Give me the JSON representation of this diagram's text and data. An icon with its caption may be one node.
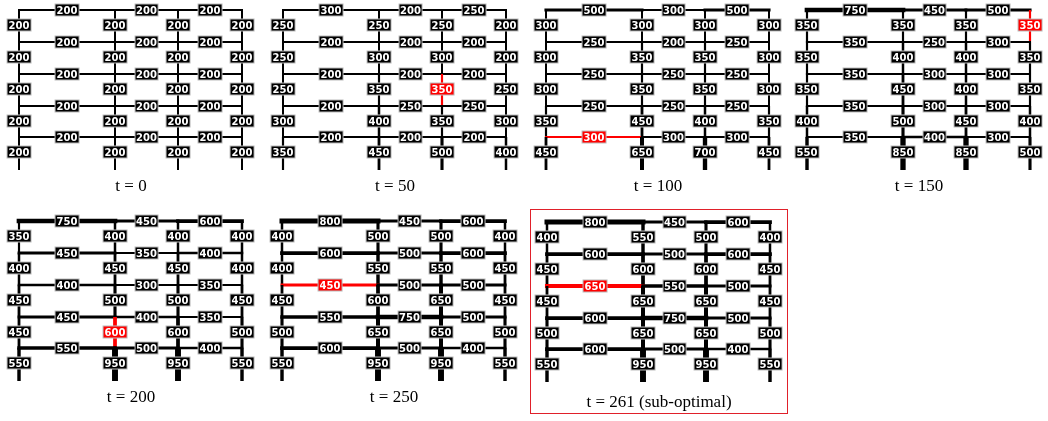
{
  "diagram": {
    "nodes": [
      {
        "text": [
          "t = 261 (sub-optimal)"
        ]
      }
    ],
    "labels": [
      "200",
      "200",
      "200",
      "200",
      "200",
      "200",
      "200",
      "200",
      "200",
      "200",
      "200",
      "200",
      "200",
      "200",
      "200",
      "200",
      "200",
      "200",
      "200",
      "200",
      "200",
      "200",
      "200",
      "200",
      "200",
      "200",
      "200",
      "200",
      "200",
      "200",
      "200",
      "200",
      "200",
      "200",
      "200",
      "t = 0",
      "300",
      "200",
      "250",
      "250",
      "250",
      "250",
      "200",
      "200",
      "200",
      "200",
      "250",
      "300",
      "300",
      "200",
      "200",
      "200",
      "200",
      "250",
      "350",
      "350",
      "250",
      "200",
      "250",
      "250",
      "300",
      "400",
      "350",
      "300",
      "200",
      "200",
      "200",
      "350",
      "450",
      "500",
      "400",
      "t = 50",
      "500",
      "300",
      "500",
      "300",
      "300",
      "300",
      "300",
      "250",
      "200",
      "250",
      "300",
      "350",
      "350",
      "300",
      "250",
      "250",
      "250",
      "300",
      "350",
      "350",
      "300",
      "250",
      "250",
      "250",
      "350",
      "450",
      "400",
      "350",
      "300",
      "300",
      "300",
      "450",
      "650",
      "700",
      "450",
      "t = 100",
      "750",
      "450",
      "500",
      "350",
      "350",
      "350",
      "350",
      "350",
      "250",
      "300",
      "350",
      "400",
      "400",
      "350",
      "350",
      "300",
      "300",
      "350",
      "450",
      "400",
      "350",
      "350",
      "300",
      "300",
      "400",
      "500",
      "450",
      "400",
      "350",
      "400",
      "300",
      "550",
      "850",
      "850",
      "500",
      "t = 150",
      "750",
      "450",
      "600",
      "350",
      "400",
      "400",
      "400",
      "450",
      "350",
      "400",
      "400",
      "450",
      "450",
      "400",
      "400",
      "300",
      "350",
      "450",
      "500",
      "500",
      "450",
      "450",
      "400",
      "350",
      "450",
      "600",
      "600",
      "500",
      "550",
      "500",
      "400",
      "550",
      "950",
      "950",
      "550",
      "t = 200",
      "800",
      "450",
      "600",
      "400",
      "500",
      "500",
      "400",
      "600",
      "500",
      "600",
      "400",
      "550",
      "550",
      "450",
      "450",
      "500",
      "500",
      "450",
      "600",
      "650",
      "450",
      "550",
      "750",
      "500",
      "500",
      "650",
      "650",
      "500",
      "600",
      "500",
      "400",
      "550",
      "950",
      "950",
      "550",
      "t = 250",
      "800",
      "450",
      "600",
      "400",
      "550",
      "500",
      "400",
      "600",
      "500",
      "600",
      "450",
      "600",
      "600",
      "450",
      "650",
      "550",
      "500",
      "450",
      "650",
      "650",
      "450",
      "600",
      "750",
      "500",
      "500",
      "650",
      "650",
      "500",
      "600",
      "500",
      "400",
      "550",
      "950",
      "950",
      "550"
    ]
  }
}
